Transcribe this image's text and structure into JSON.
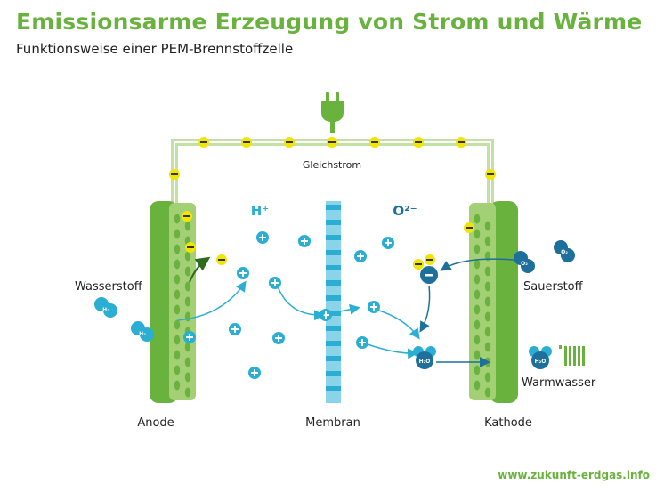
{
  "title": "Emissionsarme Erzeugung von Strom und Wärme",
  "subtitle": "Funktionsweise einer PEM-Brennstoffzelle",
  "labels": {
    "gleichstrom": "Gleichstrom",
    "h_plus": "H⁺",
    "o2_minus": "O²⁻",
    "wasserstoff": "Wasserstoff",
    "sauerstoff": "Sauerstoff",
    "warmwasser": "Warmwasser",
    "anode": "Anode",
    "membran": "Membran",
    "kathode": "Kathode"
  },
  "molecules": {
    "h2": "H₂",
    "o2": "O₂",
    "h2o": "H₂O"
  },
  "footer": "www.zukunft-erdgas.info",
  "colors": {
    "green": "#6ab23e",
    "light_green": "#a3cf75",
    "cyan": "#2aaed4",
    "dark_blue": "#1d6f9c",
    "yellow": "#f2e500"
  },
  "icons": [
    "plug-icon",
    "electron-icon",
    "proton-icon",
    "radiator-icon"
  ]
}
